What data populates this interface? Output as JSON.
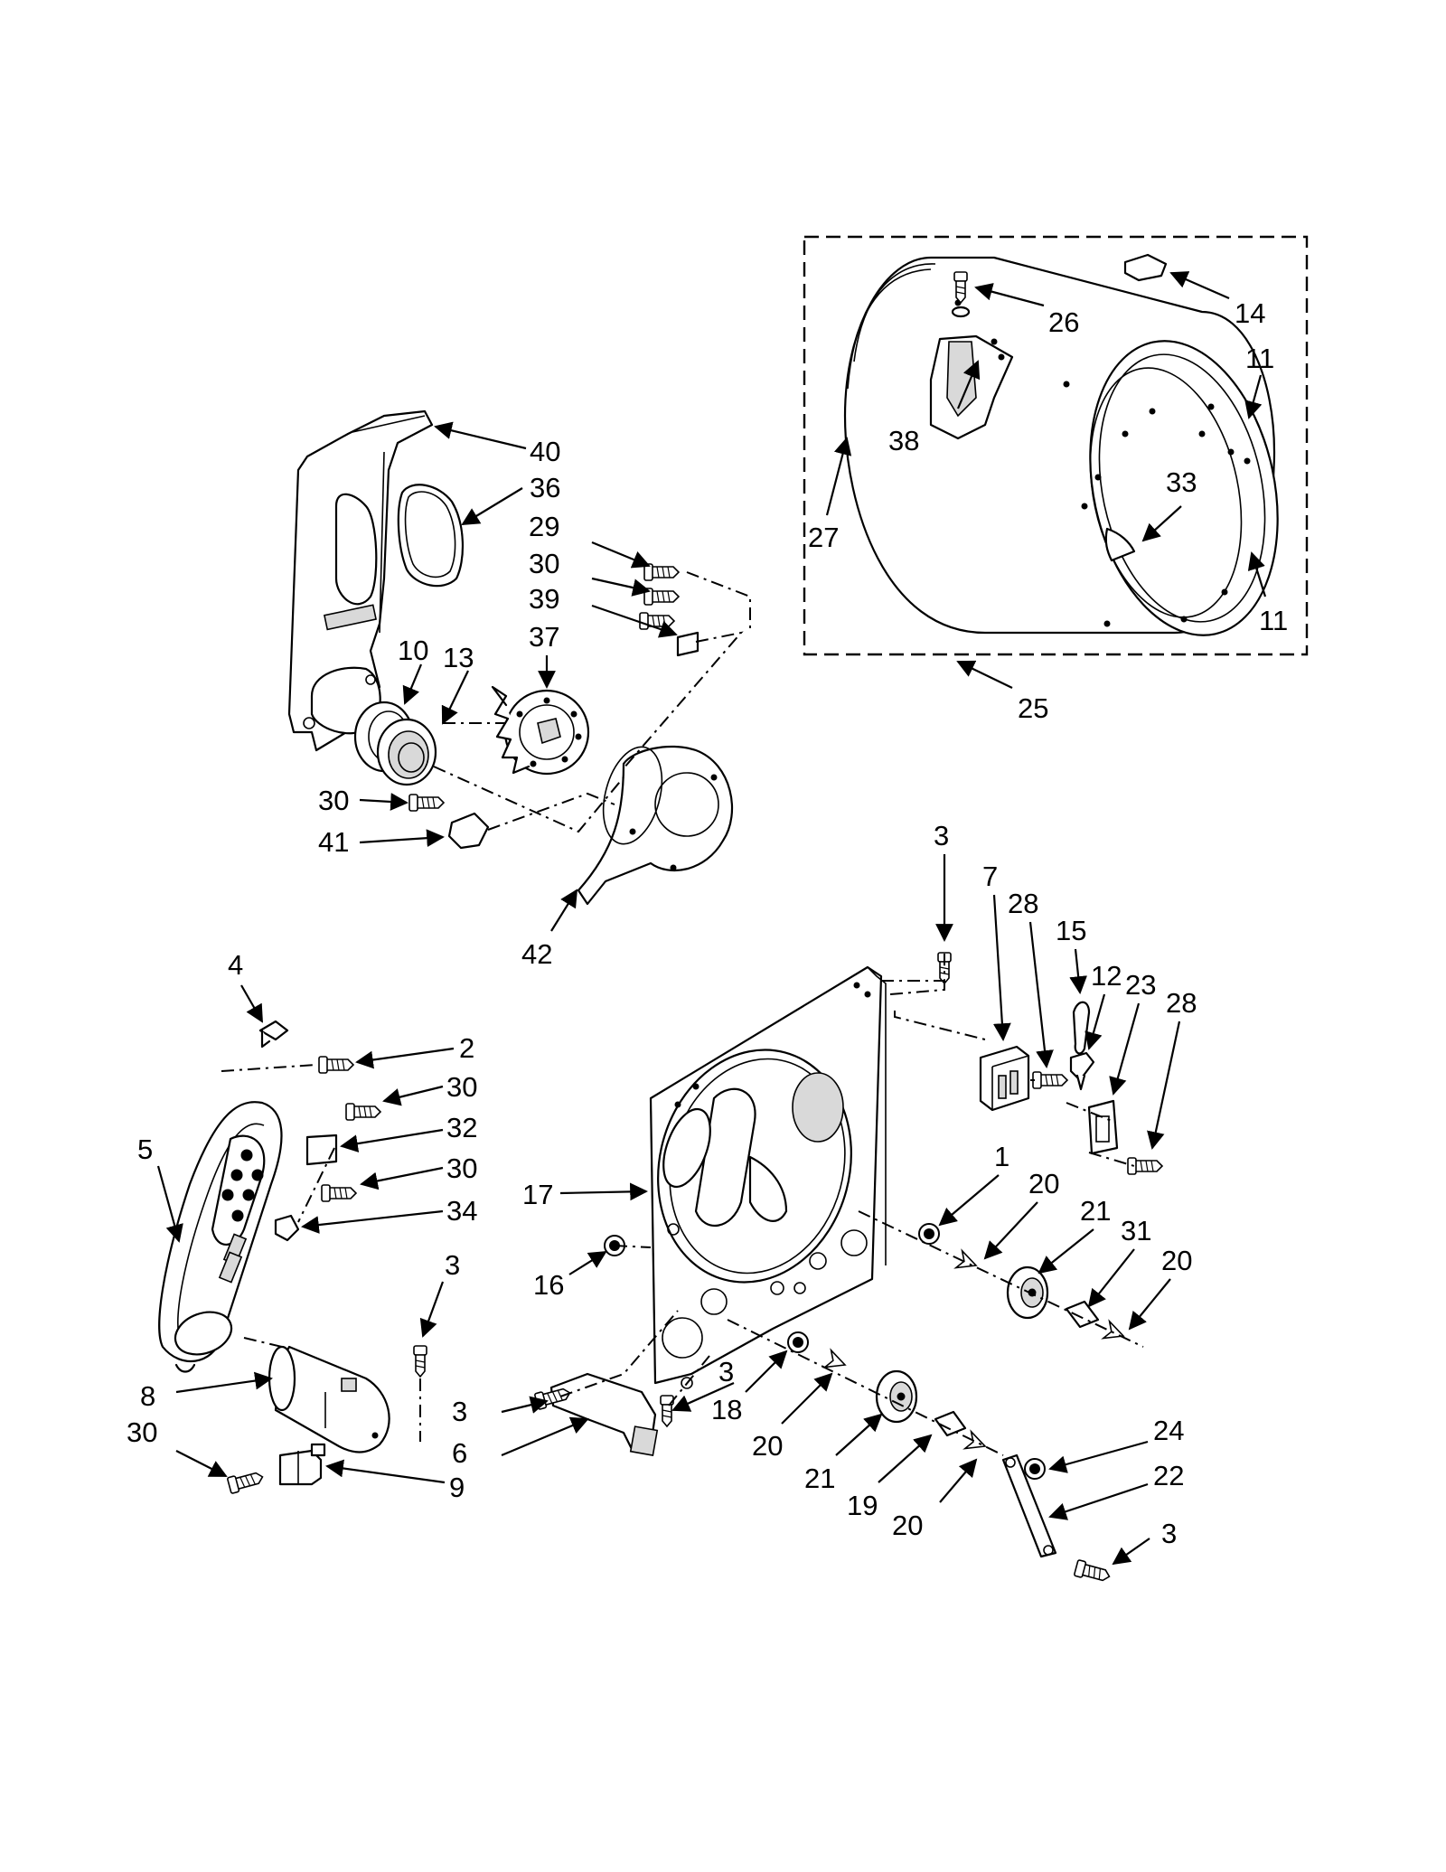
{
  "colors": {
    "line": "#000000",
    "background": "#ffffff",
    "shade": "#d9d9d9"
  },
  "callouts": {
    "c40": "40",
    "c36": "36",
    "c29": "29",
    "c30a": "30",
    "c39": "39",
    "c37": "37",
    "c10": "10",
    "c13": "13",
    "c30b": "30",
    "c41": "41",
    "c42": "42",
    "c26": "26",
    "c14": "14",
    "c11a": "11",
    "c38": "38",
    "c33": "33",
    "c27": "27",
    "c11b": "11",
    "c25": "25",
    "c4": "4",
    "c2": "2",
    "c30c": "30",
    "c32": "32",
    "c5": "5",
    "c30d": "30",
    "c34": "34",
    "c3a": "3",
    "c8": "8",
    "c30e": "30",
    "c9": "9",
    "c3b": "3",
    "c6": "6",
    "c3c": "3",
    "c7": "7",
    "c28a": "28",
    "c15": "15",
    "c12": "12",
    "c23": "23",
    "c28b": "28",
    "c17": "17",
    "c16": "16",
    "c1": "1",
    "c20a": "20",
    "c21a": "21",
    "c31": "31",
    "c20b": "20",
    "c3d": "3",
    "c18": "18",
    "c20c": "20",
    "c21b": "21",
    "c19": "19",
    "c20d": "20",
    "c24": "24",
    "c22": "22",
    "c3e": "3"
  }
}
